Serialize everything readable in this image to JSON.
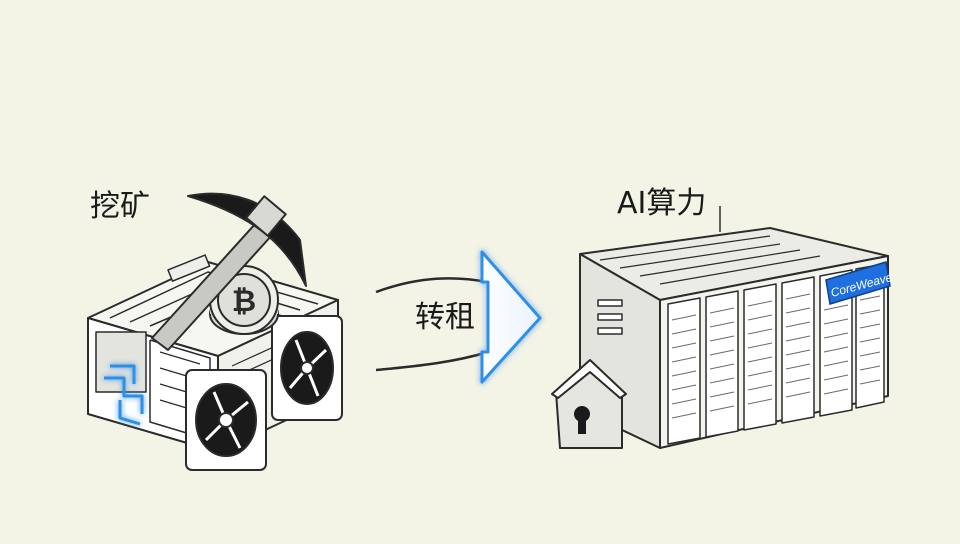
{
  "labels": {
    "mining": "挖矿",
    "lease": "转租",
    "ai_compute": "AI算力"
  },
  "badge": {
    "brand": "CoreWeave"
  },
  "colors": {
    "background": "#f3f4e6",
    "line": "#2b2b2b",
    "accent_blue": "#2e8fe6",
    "badge_blue": "#1f6fe0"
  },
  "icons": {
    "left": [
      "mining-rig-icon",
      "pickaxe-icon",
      "bitcoin-coin-icon",
      "cooling-fan-icon"
    ],
    "center": [
      "transition-arrow-icon"
    ],
    "right": [
      "server-rack-icon",
      "house-lock-icon"
    ]
  }
}
